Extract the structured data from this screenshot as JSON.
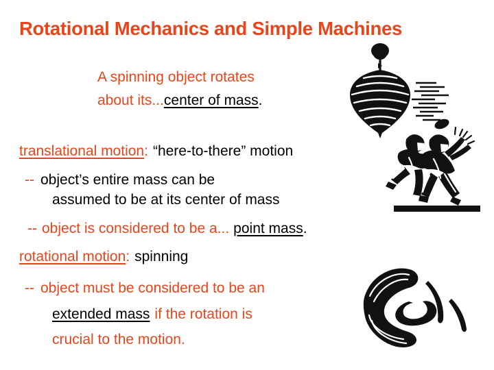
{
  "slide": {
    "title": "Rotational Mechanics and Simple Machines",
    "accent_color": "#E8451B",
    "text_color": "#000000",
    "background_color": "#FFFFFF"
  },
  "content": {
    "spin_statement": {
      "line1": "A spinning object rotates",
      "line2_prefix": "about its...",
      "line2_answer": "center of mass",
      "line2_period": "."
    },
    "translational": {
      "term": "translational motion",
      "colon": ":",
      "definition": "“here-to-there” motion",
      "bullet1_dash": "--",
      "bullet1_line1": "object’s entire mass can be",
      "bullet1_line2": "assumed to be at its center of mass",
      "bullet2_dash": "--",
      "bullet2_prefix": "object is considered to be a...",
      "bullet2_answer": "point mass",
      "bullet2_period": "."
    },
    "rotational": {
      "term": "rotational motion",
      "colon": ":",
      "definition": "spinning",
      "bullet1_dash": "--",
      "bullet1_line1": "object must be considered to be an",
      "bullet1_answer": "extended mass",
      "bullet1_line2_rest": "if the rotation is",
      "bullet1_line3": "crucial to the motion."
    }
  },
  "artwork": {
    "spinning_top": "spinning-top-illustration",
    "motion_lines": "speed-lines-illustration",
    "football_players": "football-players-illustration",
    "boomerang": "boomerang-illustration"
  }
}
